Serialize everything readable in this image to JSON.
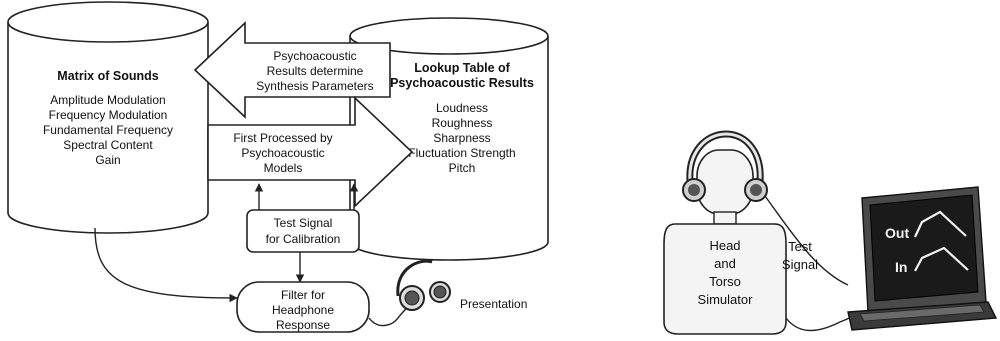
{
  "matrix": {
    "title": "Matrix of Sounds",
    "items": [
      "Amplitude Modulation",
      "Frequency Modulation",
      "Fundamental Frequency",
      "Spectral Content",
      "Gain"
    ]
  },
  "lookup": {
    "title_lines": [
      "Lookup Table of",
      "Psychoacoustic Results"
    ],
    "items": [
      "Loudness",
      "Roughness",
      "Sharpness",
      "Fluctuation Strength",
      "Pitch"
    ]
  },
  "arrow_left": {
    "lines": [
      "Psychoacoustic",
      "Results determine",
      "Synthesis Parameters"
    ]
  },
  "arrow_right": {
    "lines": [
      "First Processed by",
      "Psychoacoustic",
      "Models"
    ]
  },
  "test_signal_box": {
    "lines": [
      "Test Signal",
      "for Calibration"
    ]
  },
  "filter_box": {
    "lines": [
      "Filter for",
      "Headphone",
      "Response"
    ]
  },
  "presentation_label": "Presentation",
  "simulator": {
    "lines": [
      "Head",
      "and",
      "Torso",
      "Simulator"
    ]
  },
  "test_signal_label": {
    "lines": [
      "Test",
      "Signal"
    ]
  },
  "laptop_screen": {
    "out_label": "Out",
    "in_label": "In"
  },
  "colors": {
    "stroke": "#222222",
    "fill": "#ffffff",
    "laptop_body": "#3a3a3a",
    "screen": "#1a1a1a",
    "screen_text": "#f2f2f2"
  }
}
